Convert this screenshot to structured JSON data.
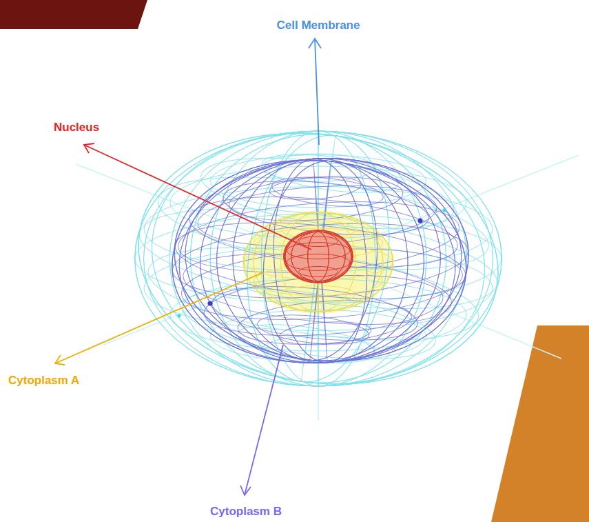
{
  "diagram": {
    "labels": [
      "Cell Membrane",
      "Nucleus",
      "Cytoplasm A",
      "Cytoplasm B"
    ]
  }
}
